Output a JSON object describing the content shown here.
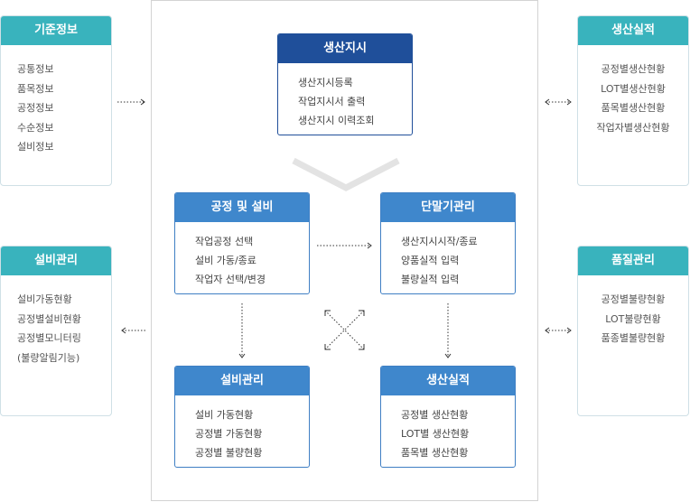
{
  "left": {
    "master": {
      "title": "기준정보",
      "items": [
        "공통정보",
        "품목정보",
        "공정정보",
        "수순정보",
        "설비정보"
      ]
    },
    "equipment": {
      "title": "설비관리",
      "items": [
        "설비가동현황",
        "공정별설비현황",
        "공정별모니터링",
        "(불량알림기능)"
      ]
    }
  },
  "right": {
    "performance": {
      "title": "생산실적",
      "items": [
        "공정별생산현황",
        "LOT별생산현황",
        "품목별생산현황",
        "작업자별생산현황"
      ]
    },
    "quality": {
      "title": "품질관리",
      "items": [
        "공정별불량현황",
        "LOT불량현황",
        "품종별불량현황"
      ]
    }
  },
  "center": {
    "order": {
      "title": "생산지시",
      "items": [
        "생산지시등록",
        "작업지시서 출력",
        "생산지시 이력조회"
      ]
    },
    "process": {
      "title": "공정 및 설비",
      "items": [
        "작업공정 선택",
        "설비 가동/종료",
        "작업자 선택/변경"
      ]
    },
    "terminal": {
      "title": "단말기관리",
      "items": [
        "생산지시시작/종료",
        "양품실적 입력",
        "불량실적 입력"
      ]
    },
    "equipment": {
      "title": "설비관리",
      "items": [
        "설비 가동현황",
        "공정별 가동현황",
        "공정별 불량현황"
      ]
    },
    "performance": {
      "title": "생산실적",
      "items": [
        "공정별 생산현황",
        "LOT별 생산현황",
        "품목별 생산현황"
      ]
    }
  },
  "colors": {
    "teal": "#39b3bd",
    "blue": "#3f87cc",
    "navy": "#1f4f9a",
    "line": "#333333"
  }
}
